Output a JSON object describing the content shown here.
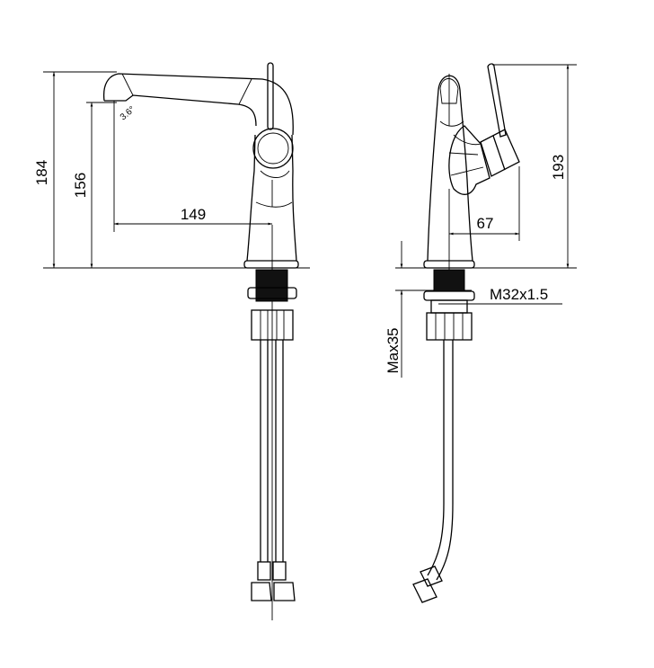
{
  "front_view": {
    "dimensions": {
      "overall_height": "184",
      "spout_height": "156",
      "spout_reach": "149",
      "spout_angle": "3.6°"
    }
  },
  "side_view": {
    "dimensions": {
      "lever_height": "193",
      "handle_projection": "67",
      "thread": "M32x1.5",
      "max_deck_thickness": "Max35"
    }
  }
}
